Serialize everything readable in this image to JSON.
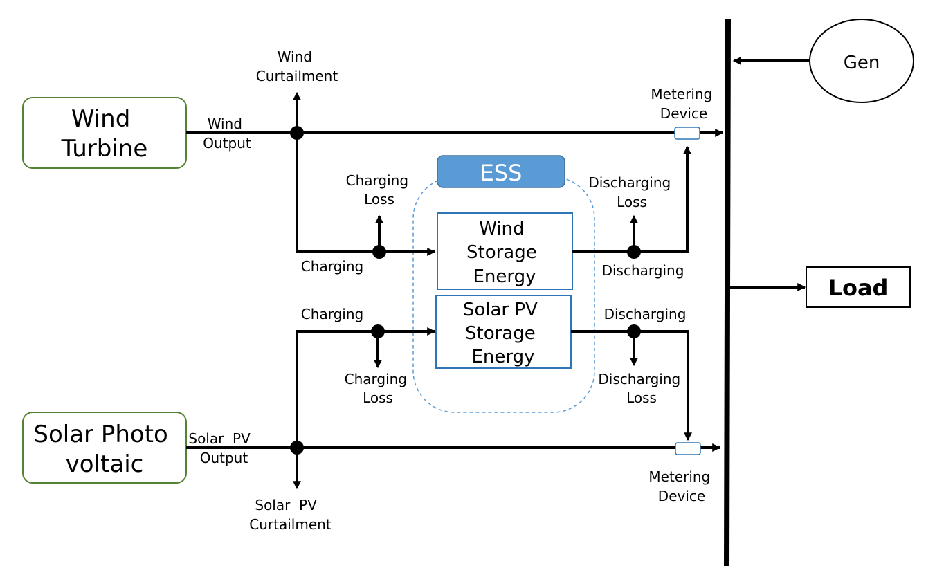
{
  "nodes": {
    "wind_turbine": [
      "Wind",
      "Turbine"
    ],
    "solar_pv": [
      "Solar Photo",
      "voltaic"
    ],
    "gen": "Gen",
    "load": "Load",
    "ess": "ESS",
    "wind_storage": [
      "Wind",
      "Storage",
      "Energy"
    ],
    "solar_storage": [
      "Solar PV",
      "Storage",
      "Energy"
    ]
  },
  "labels": {
    "wind_curtailment": [
      "Wind",
      "Curtailment"
    ],
    "wind_output": [
      "Wind",
      "Output"
    ],
    "metering_top": [
      "Metering",
      "Device"
    ],
    "charging_loss_top": [
      "Charging",
      "Loss"
    ],
    "discharging_loss_top": [
      "Discharging",
      "Loss"
    ],
    "charging_top": "Charging",
    "discharging_top": "Discharging",
    "charging_bottom": "Charging",
    "discharging_bottom": "Discharging",
    "charging_loss_bottom": [
      "Charging",
      "Loss"
    ],
    "discharging_loss_bottom": [
      "Discharging",
      "Loss"
    ],
    "solar_output": [
      "Solar  PV",
      "Output"
    ],
    "metering_bottom": [
      "Metering",
      "Device"
    ],
    "solar_curtailment": [
      "Solar  PV",
      "Curtailment"
    ]
  },
  "colors": {
    "node_border": "#548235",
    "ess_fill": "#5b9bd5",
    "ess_border": "#41719c",
    "ess_group_border": "#5b9bd5",
    "storage_border": "#2e75b6",
    "meter_border": "#2e75b6",
    "line": "#000000"
  }
}
